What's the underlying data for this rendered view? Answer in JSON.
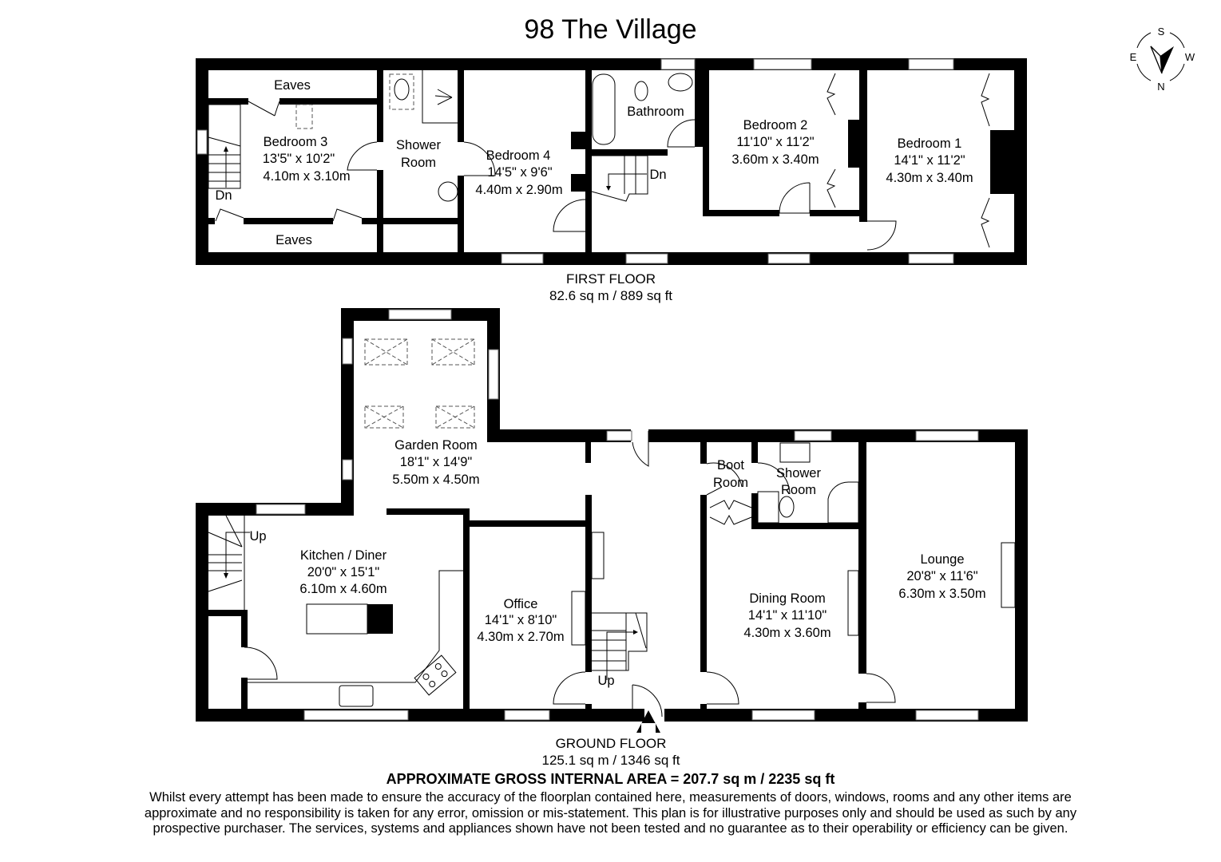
{
  "title": "98 The Village",
  "compass": {
    "north": "N",
    "south": "S",
    "east": "E",
    "west": "W"
  },
  "first_floor": {
    "label": "FIRST FLOOR",
    "area": "82.6 sq m / 889 sq ft",
    "rooms": [
      {
        "name": "Eaves",
        "imperial": "",
        "metric": ""
      },
      {
        "name": "Eaves",
        "imperial": "",
        "metric": ""
      },
      {
        "name": "Bedroom 3",
        "imperial": "13'5\" x 10'2\"",
        "metric": "4.10m x 3.10m"
      },
      {
        "name": "Shower",
        "name2": "Room"
      },
      {
        "name": "Bedroom 4",
        "imperial": "14'5\" x 9'6\"",
        "metric": "4.40m x 2.90m"
      },
      {
        "name": "Bathroom"
      },
      {
        "name": "Bedroom 2",
        "imperial": "11'10\" x 11'2\"",
        "metric": "3.60m x 3.40m"
      },
      {
        "name": "Bedroom 1",
        "imperial": "14'1\" x 11'2\"",
        "metric": "4.30m x 3.40m"
      }
    ],
    "stairs": [
      {
        "label": "Dn"
      },
      {
        "label": "Dn"
      }
    ]
  },
  "ground_floor": {
    "label": "GROUND FLOOR",
    "area": "125.1 sq m / 1346 sq ft",
    "rooms": [
      {
        "name": "Garden Room",
        "imperial": "18'1\" x 14'9\"",
        "metric": "5.50m x 4.50m"
      },
      {
        "name": "Kitchen / Diner",
        "imperial": "20'0\" x 15'1\"",
        "metric": "6.10m x 4.60m"
      },
      {
        "name": "Office",
        "imperial": "14'1\" x 8'10\"",
        "metric": "4.30m x 2.70m"
      },
      {
        "name": "Boot",
        "name2": "Room"
      },
      {
        "name": "Shower",
        "name2": "Room"
      },
      {
        "name": "Dining Room",
        "imperial": "14'1\" x 11'10\"",
        "metric": "4.30m x 3.60m"
      },
      {
        "name": "Lounge",
        "imperial": "20'8\" x 11'6\"",
        "metric": "6.30m x 3.50m"
      }
    ],
    "stairs": [
      {
        "label": "Up"
      },
      {
        "label": "Up"
      }
    ]
  },
  "gross_internal_area": "APPROXIMATE GROSS INTERNAL AREA = 207.7 sq m / 2235 sq ft",
  "disclaimer": [
    "Whilst every attempt has been made to ensure the accuracy of the floorplan contained here, measurements of doors, windows, rooms and any other items are",
    "approximate and no responsibility is taken for any error, omission or mis-statement. This plan is for illustrative purposes only and should be used as such by any",
    "prospective purchaser. The services, systems and appliances shown have not been tested and no guarantee as to their operability or efficiency can be given."
  ]
}
